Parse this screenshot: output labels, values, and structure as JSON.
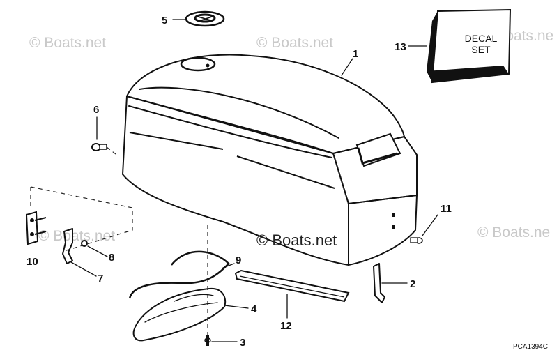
{
  "diagram": {
    "watermark_text": "© Boats.net",
    "watermark_partial": "© Boats.ne",
    "decal_box": {
      "line1": "DECAL",
      "line2": "SET"
    },
    "figure_code": "PCA1394C",
    "callouts": {
      "c1": "1",
      "c2": "2",
      "c3": "3",
      "c4": "4",
      "c5": "5",
      "c6": "6",
      "c7": "7",
      "c8": "8",
      "c9": "9",
      "c10": "10",
      "c11": "11",
      "c12": "12",
      "c13": "13"
    }
  }
}
